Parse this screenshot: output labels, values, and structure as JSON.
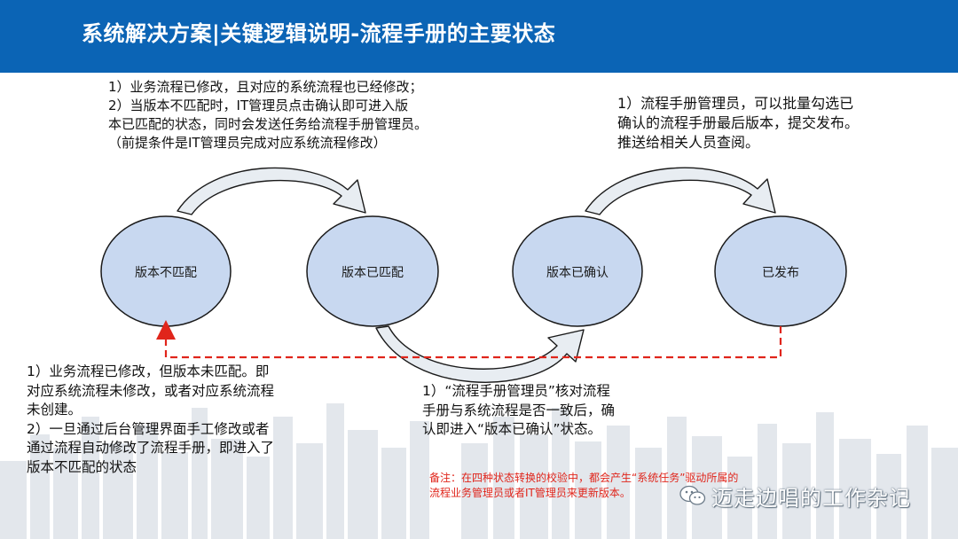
{
  "header": {
    "title": "系统解决方案|关键逻辑说明-流程手册的主要状态"
  },
  "nodes": [
    {
      "label": "版本不匹配"
    },
    {
      "label": "版本已匹配"
    },
    {
      "label": "版本已确认"
    },
    {
      "label": "已发布"
    }
  ],
  "notes": {
    "match": [
      "1）业务流程已修改，且对应的系统流程也已经修改；",
      "2）当版本不匹配时，IT管理员点击确认即可进入版",
      "本已匹配的状态，同时会发送任务给流程手册管理员。",
      "（前提条件是IT管理员完成对应系统流程修改）"
    ],
    "publish": [
      "1）流程手册管理员，可以批量勾选已",
      "确认的流程手册最后版本，提交发布。",
      "推送给相关人员查阅。"
    ],
    "mismatch": [
      "1）业务流程已修改，但版本未匹配。即",
      "对应系统流程未修改，或者对应系统流程",
      "未创建。",
      "2）一旦通过后台管理界面手工修改或者",
      "通过流程自动修改了流程手册，即进入了",
      "版本不匹配的状态"
    ],
    "confirm": [
      "1）“流程手册管理员”核对流程",
      "手册与系统流程是否一致后，确",
      "认即进入“版本已确认”状态。"
    ]
  },
  "remark": [
    "备注：在四种状态转换的校验中，都会产生“系统任务”驱动所属的",
    "流程业务管理员或者IT管理员来更新版本。"
  ],
  "watermark": {
    "text": "迈走边唱的工作杂记",
    "icon": "wechat-icon"
  },
  "colors": {
    "header_bg": "#0b64b5",
    "node_fill": "#c8d8f0",
    "node_stroke": "#1a1a1a",
    "dashed_return": "#e0251b",
    "remark_text": "#e0251b"
  }
}
